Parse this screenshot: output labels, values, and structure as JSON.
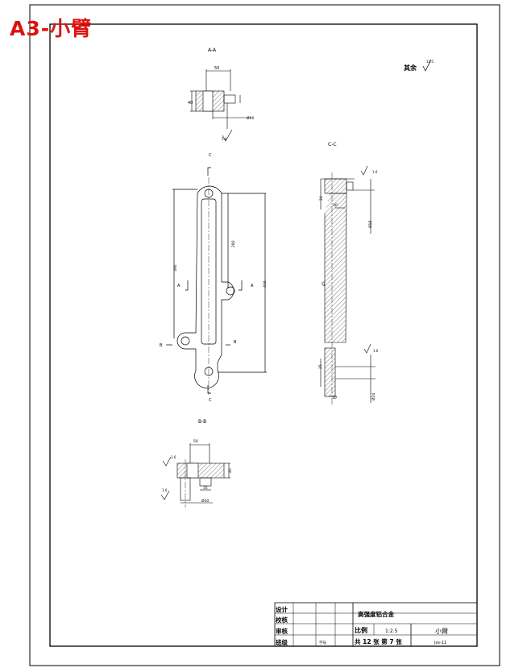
{
  "sheet_label": "A3-小臂",
  "surface_note": "其余",
  "surface_symbol": "12.5",
  "views": {
    "aa": "A-A",
    "bb": "B-B",
    "cc": "C-C",
    "c_top": "C",
    "c_bottom": "C",
    "a_left": "A",
    "a_right": "A",
    "b_left": "B",
    "b_right": "B"
  },
  "dims": {
    "aa_width": "50",
    "aa_height": "40",
    "aa_dia": "Ø16",
    "aa_rough": "1.6",
    "main_390": "390",
    "main_280": "280",
    "main_400": "400",
    "cc_20": "20",
    "cc_30": "30",
    "cc_rough_top": "1.6",
    "cc_d18": "Ø18",
    "cc_45": "45",
    "cc_rough_bot": "1.6",
    "cc_25": "25",
    "cc_10": "10",
    "cc_d24": "Ø24",
    "bb_50": "50",
    "bb_40": "40",
    "bb_35": "35",
    "bb_d30": "Ø30",
    "bb_rough_l": "1.6",
    "bb_rough_b": "1.6"
  },
  "title_block": {
    "roles": [
      "设计",
      "校核",
      "审核",
      "班级"
    ],
    "material": "高强度铝合金",
    "scale_label": "比例",
    "scale_value": "1:2.5",
    "part_name": "小臂",
    "sheet_info": "共 12 张  第 7 张",
    "seq_label": "学号",
    "drawing_no": "jxs-11"
  }
}
